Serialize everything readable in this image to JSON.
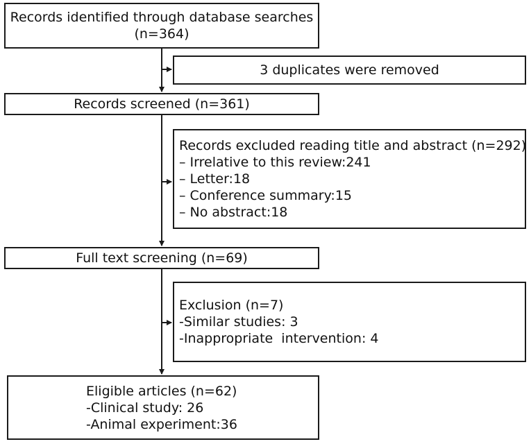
{
  "boxes": {
    "identified": {
      "line1": "Records identified through database searches",
      "line2": "(n=364)"
    },
    "duplicates": {
      "text": "3 duplicates were removed"
    },
    "screened": {
      "text": "Records screened (n=361)"
    },
    "excluded_title_abstract": {
      "title": "Records excluded reading title and abstract (n=292)",
      "items": [
        "– Irrelative to this review:241",
        "– Letter:18",
        "– Conference summary:15",
        "– No abstract:18"
      ]
    },
    "full_text": {
      "text": "Full text screening (n=69)"
    },
    "exclusion": {
      "title": "Exclusion (n=7)",
      "items": [
        "-Similar studies: 3",
        "-Inappropriate  intervention: 4"
      ]
    },
    "eligible": {
      "title": "Eligible articles (n=62)",
      "items": [
        "-Clinical study: 26",
        "-Animal experiment:36"
      ]
    }
  }
}
